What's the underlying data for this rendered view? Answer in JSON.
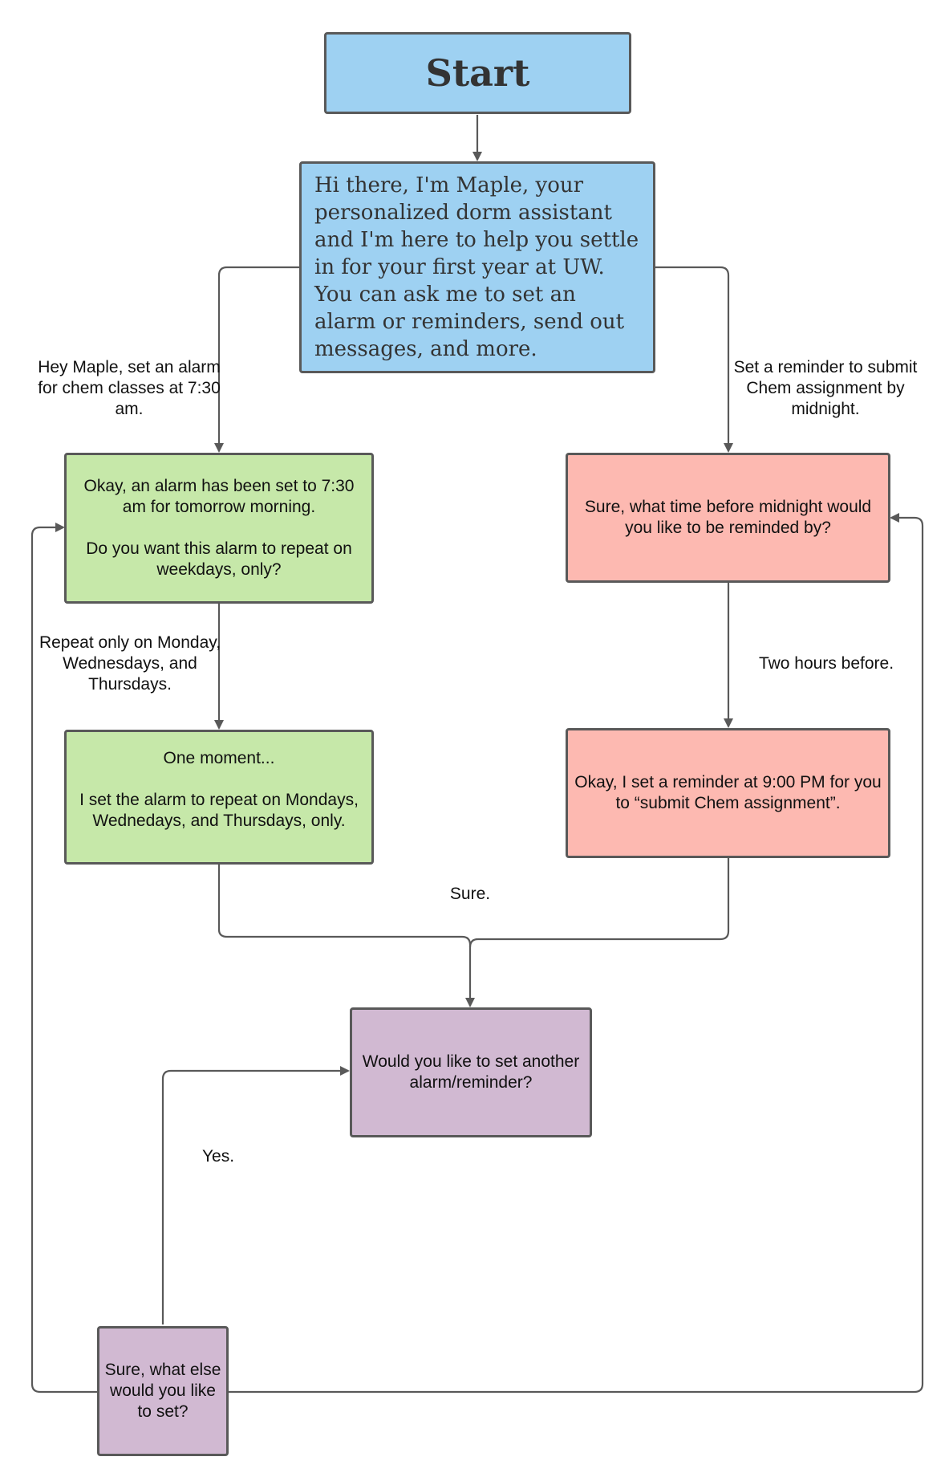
{
  "nodes": {
    "start": {
      "text": "Start",
      "color": "#9ed1f2"
    },
    "intro": {
      "text": "Hi there, I'm Maple, your personalized dorm assistant and I'm here to help you settle in for your first year at UW. You can ask me to set an alarm or reminders, send out messages, and more.",
      "color": "#9ed1f2"
    },
    "alarm_set": {
      "text": "Okay, an alarm has been set to 7:30 am for tomorrow morning.\n\nDo you want this alarm to repeat on weekdays, only?",
      "color": "#c6e8a9"
    },
    "alarm_repeat": {
      "text": "One moment...\n\nI set the alarm to repeat on Mondays, Wednedays, and Thursdays, only.",
      "color": "#c6e8a9"
    },
    "reminder_ask": {
      "text": "Sure, what time before midnight would you like to be reminded by?",
      "color": "#fdb9b1"
    },
    "reminder_set": {
      "text": "Okay, I set a reminder at 9:00 PM for you to “submit Chem assignment”.",
      "color": "#fdb9b1"
    },
    "another": {
      "text": "Would you like to set another alarm/reminder?",
      "color": "#d1b9d2"
    },
    "what_else": {
      "text": "Sure, what else would you like to set?",
      "color": "#d1b9d2"
    }
  },
  "edge_labels": {
    "alarm_request": "Hey Maple, set an alarm for chem classes at 7:30 am.",
    "reminder_request": "Set a reminder to submit Chem assignment by midnight.",
    "repeat_days": "Repeat only on Monday, Wednesdays, and Thursdays.",
    "two_hours": "Two hours before.",
    "sure": "Sure.",
    "yes": "Yes."
  },
  "colors": {
    "line": "#595959",
    "border": "#595959"
  }
}
